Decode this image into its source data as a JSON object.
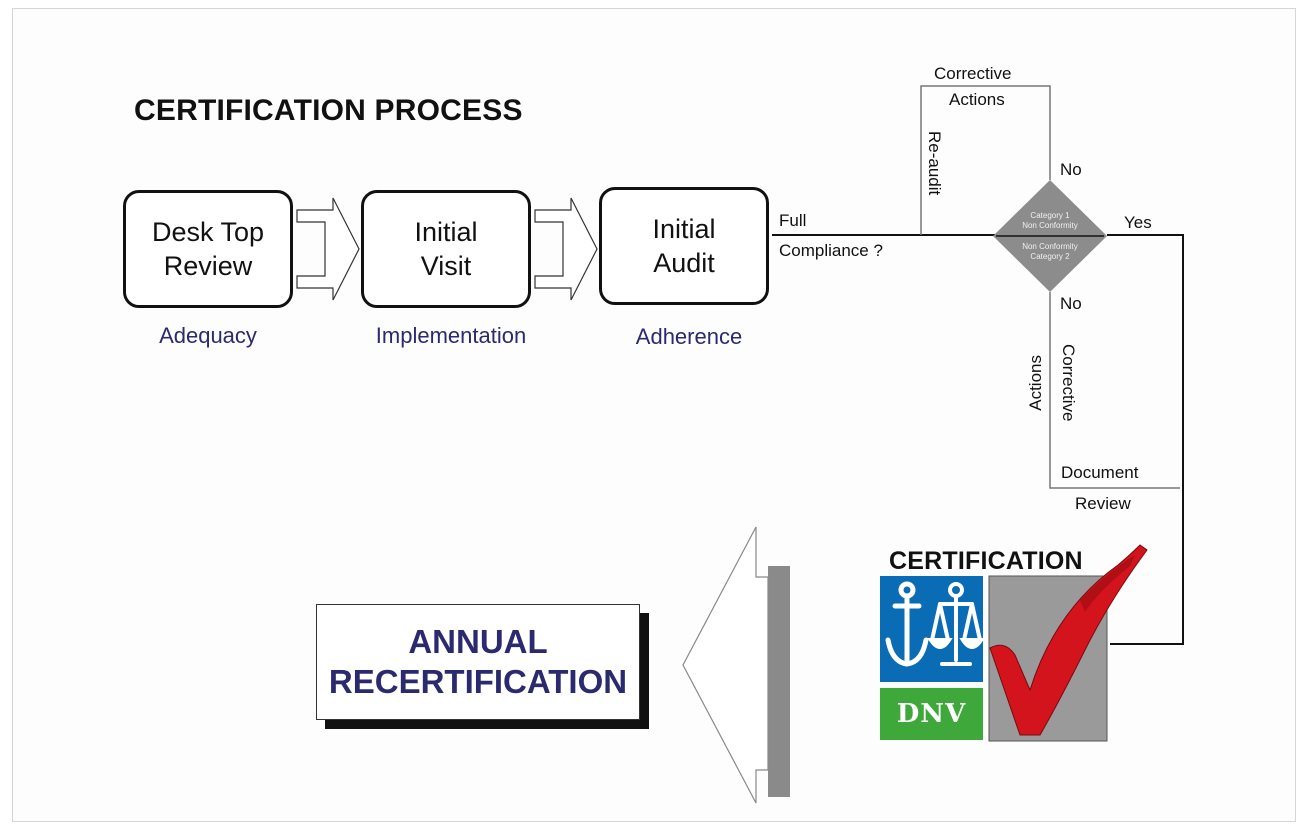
{
  "title": "CERTIFICATION PROCESS",
  "stages": [
    {
      "label": "Desk Top\nReview",
      "sub": "Adequacy"
    },
    {
      "label": "Initial\nVisit",
      "sub": "Implementation"
    },
    {
      "label": "Initial\nAudit",
      "sub": "Adherence"
    }
  ],
  "decision": {
    "full": "Full",
    "compliance": "Compliance ?",
    "category1": "Category 1\nNon Conformity",
    "category2": "Non Conformity\nCategory 2",
    "no_top": "No",
    "no_bottom": "No",
    "yes": "Yes"
  },
  "loop_top": {
    "corrective": "Corrective",
    "actions": "Actions",
    "reaudit": "Re-audit"
  },
  "loop_bottom": {
    "corrective": "Corrective",
    "actions": "Actions",
    "document": "Document",
    "review": "Review"
  },
  "certification": {
    "title": "CERTIFICATION",
    "logo_text": "DNV"
  },
  "recertification": "ANNUAL\nRECERTIFICATION",
  "colors": {
    "accent_text": "#2b2a6e",
    "diamond": "#8c8c8c",
    "logo_blue": "#0a6cb5",
    "logo_green": "#3ea83a",
    "check_red": "#d4141c",
    "check_panel": "#9a9a9a"
  },
  "icons": [
    "anchor-icon",
    "scales-icon",
    "checkmark-icon"
  ]
}
